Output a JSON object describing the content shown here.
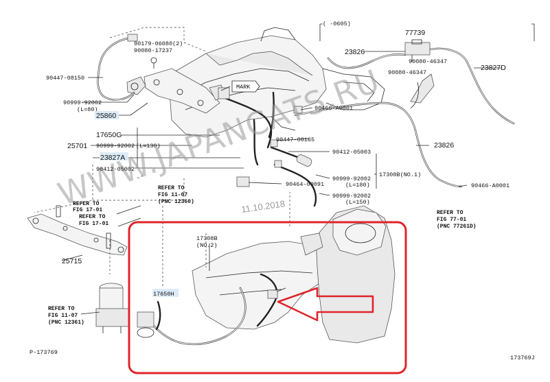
{
  "diagram": {
    "labels": {
      "p90179": "90179-06080(2)",
      "p90080a": "90080-17237",
      "p90447a": "90447-08150",
      "p90999a": "90999-92002",
      "p90999a_len": "(L=80)",
      "p25860": "25860",
      "p17650g": "17650G",
      "p25701": "25701",
      "p90999b": "90999-92002",
      "p90999b_len": "(L=130)",
      "p23827a": "23827A",
      "p90412a": "90412-05002",
      "mark": "MARK",
      "p90466a": "90466-A0001",
      "p90447b": "90447-08165",
      "p90412b": "90412-05003",
      "p17308b1": "17308B(NO.1)",
      "p90999c": "90999-92002",
      "p90999c_len": "(L=180)",
      "p90464": "90464-00091",
      "p90999d": "90999-92002",
      "p90999d_len": "(L=150)",
      "p23826a": "23826",
      "p23826b": "23826",
      "range": "(   -0605)",
      "p77739": "77739",
      "p90080b": "90080-46347",
      "p90080c": "90080-46347",
      "p23827d": "23827D",
      "p90466b": "90466-A0001",
      "p25715": "25715",
      "p17308b2": "17308B",
      "p17308b2_no": "(NO.2)",
      "p17650h": "17650H",
      "footer_left": "P-173769",
      "footer_right": "173769J",
      "date": "11.10.2018",
      "watermark": "WWW.JAPANCATS.RU"
    },
    "refs": {
      "r1": [
        "REFER TO",
        "FIG 17-01"
      ],
      "r2": [
        "REFER TO",
        "FIG 17-01"
      ],
      "r3": [
        "REFER TO",
        "FIG 11-07",
        "(PNC 12360)"
      ],
      "r4": [
        "REFER TO",
        "FIG 77-01",
        "(PNC 77261D)"
      ],
      "r5": [
        "REFER TO",
        "FIG 11-07",
        "(PNC 12361)"
      ]
    },
    "colors": {
      "highlight_box": "#e0242b",
      "arrow": "#e0242b",
      "label_highlight": "#dcebf7",
      "line": "#222222"
    }
  }
}
